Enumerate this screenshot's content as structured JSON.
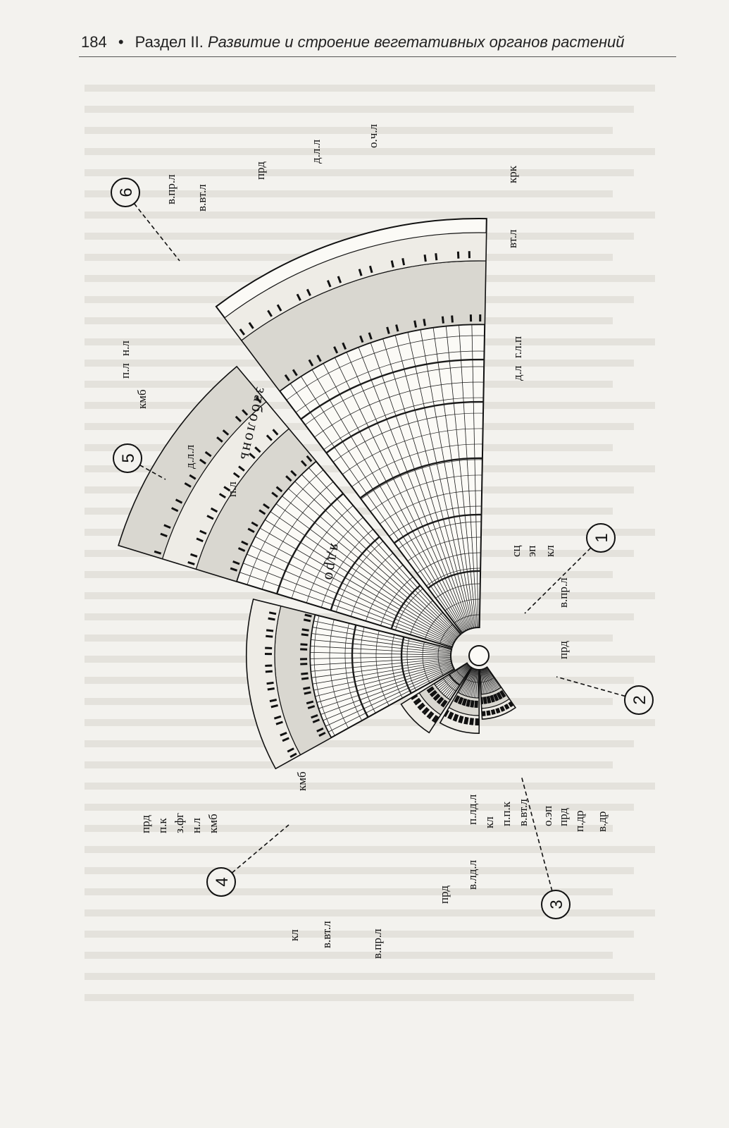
{
  "header": {
    "page_number": "184",
    "bullet": "•",
    "section": "Раздел II.",
    "title": "Развитие и строение вегетативных органов растений"
  },
  "diagram": {
    "word_labels": {
      "zabolon": "заболонь",
      "yadro": "ядро"
    },
    "numbers": [
      "1",
      "2",
      "3",
      "4",
      "5",
      "6"
    ],
    "sector6": {
      "labels": [
        "в.пр.л",
        "в.вт.л",
        "прд",
        "д.л.л",
        "о.ч.л",
        "крк",
        "вт.л",
        "г.л.п",
        "д.л",
        "н.л",
        "п.л",
        "кмб"
      ]
    },
    "sector5": {
      "labels": [
        "д.л.л",
        "п.л",
        "прд",
        "п.к",
        "з.фг",
        "н.л",
        "кмб"
      ]
    },
    "sector4": {
      "labels": [
        "кл",
        "в.вт.л",
        "в.пр.л",
        "прд",
        "в.лд.л",
        "п.лд.л",
        "кл",
        "кмб"
      ]
    },
    "sector3": {
      "labels": [
        "п.п.к",
        "в.вт.л",
        "о.эп",
        "прд",
        "п.др",
        "в.др"
      ]
    },
    "sector2": {
      "labels": [
        "прд"
      ]
    },
    "sector1": {
      "labels": [
        "в.пр.л",
        "сц",
        "эп",
        "кл"
      ]
    }
  }
}
